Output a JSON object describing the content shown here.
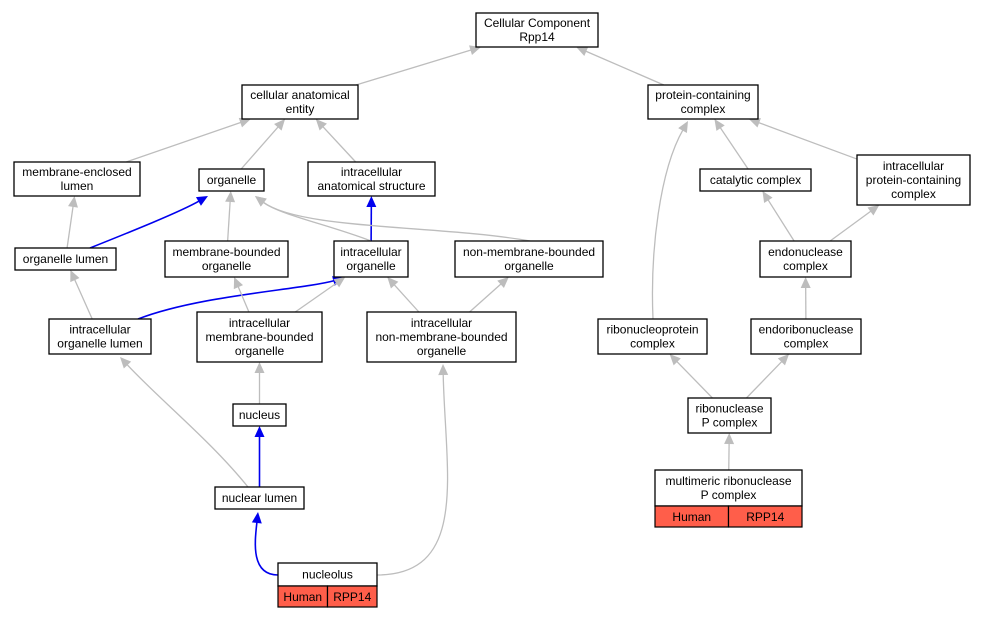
{
  "colors": {
    "grey_edge": "#bdbdbd",
    "blue_edge": "#0000ee",
    "tag_fill": "#ff5e4a"
  },
  "nodes": {
    "root": [
      "Cellular Component",
      "Rpp14"
    ],
    "cae": [
      "cellular anatomical",
      "entity"
    ],
    "pcc": [
      "protein-containing",
      "complex"
    ],
    "mel": [
      "membrane-enclosed",
      "lumen"
    ],
    "org": [
      "organelle"
    ],
    "ias": [
      "intracellular",
      "anatomical structure"
    ],
    "cat": [
      "catalytic complex"
    ],
    "ipcc": [
      "intracellular",
      "protein-containing",
      "complex"
    ],
    "ol": [
      "organelle lumen"
    ],
    "mbo": [
      "membrane-bounded",
      "organelle"
    ],
    "io": [
      "intracellular",
      "organelle"
    ],
    "nmbo": [
      "non-membrane-bounded",
      "organelle"
    ],
    "endo": [
      "endonuclease",
      "complex"
    ],
    "iol": [
      "intracellular",
      "organelle lumen"
    ],
    "imbo": [
      "intracellular",
      "membrane-bounded",
      "organelle"
    ],
    "inmbo": [
      "intracellular",
      "non-membrane-bounded",
      "organelle"
    ],
    "rnp": [
      "ribonucleoprotein",
      "complex"
    ],
    "endoribo": [
      "endoribonuclease",
      "complex"
    ],
    "nuc": [
      "nucleus"
    ],
    "rnasep": [
      "ribonuclease",
      "P complex"
    ],
    "nl": [
      "nuclear lumen"
    ],
    "mrnasep": [
      "multimeric ribonuclease",
      "P complex"
    ],
    "nucleolus": [
      "nucleolus"
    ]
  },
  "annotations": {
    "mrnasep": [
      "Human",
      "RPP14"
    ],
    "nucleolus": [
      "Human",
      "RPP14"
    ]
  },
  "edges": [
    {
      "from": "cae",
      "to": "root",
      "color": "grey"
    },
    {
      "from": "pcc",
      "to": "root",
      "color": "grey"
    },
    {
      "from": "mel",
      "to": "cae",
      "color": "grey"
    },
    {
      "from": "org",
      "to": "cae",
      "color": "grey"
    },
    {
      "from": "ias",
      "to": "cae",
      "color": "grey"
    },
    {
      "from": "cat",
      "to": "pcc",
      "color": "grey"
    },
    {
      "from": "ipcc",
      "to": "pcc",
      "color": "grey"
    },
    {
      "from": "rnp",
      "to": "pcc",
      "color": "grey"
    },
    {
      "from": "ol",
      "to": "mel",
      "color": "grey"
    },
    {
      "from": "ol",
      "to": "org",
      "color": "blue"
    },
    {
      "from": "mbo",
      "to": "org",
      "color": "grey"
    },
    {
      "from": "io",
      "to": "ias",
      "color": "blue"
    },
    {
      "from": "io",
      "to": "org",
      "color": "grey"
    },
    {
      "from": "nmbo",
      "to": "org",
      "color": "grey"
    },
    {
      "from": "endo",
      "to": "cat",
      "color": "grey"
    },
    {
      "from": "endo",
      "to": "ipcc",
      "color": "grey"
    },
    {
      "from": "iol",
      "to": "ol",
      "color": "grey"
    },
    {
      "from": "iol",
      "to": "io",
      "color": "blue"
    },
    {
      "from": "imbo",
      "to": "mbo",
      "color": "grey"
    },
    {
      "from": "imbo",
      "to": "io",
      "color": "grey"
    },
    {
      "from": "inmbo",
      "to": "io",
      "color": "grey"
    },
    {
      "from": "inmbo",
      "to": "nmbo",
      "color": "grey"
    },
    {
      "from": "endoribo",
      "to": "endo",
      "color": "grey"
    },
    {
      "from": "nuc",
      "to": "imbo",
      "color": "grey"
    },
    {
      "from": "rnasep",
      "to": "rnp",
      "color": "grey"
    },
    {
      "from": "rnasep",
      "to": "endoribo",
      "color": "grey"
    },
    {
      "from": "nl",
      "to": "nuc",
      "color": "blue"
    },
    {
      "from": "nl",
      "to": "iol",
      "color": "grey"
    },
    {
      "from": "mrnasep",
      "to": "rnasep",
      "color": "grey"
    },
    {
      "from": "nucleolus",
      "to": "nl",
      "color": "blue"
    },
    {
      "from": "nucleolus",
      "to": "inmbo",
      "color": "grey"
    }
  ]
}
